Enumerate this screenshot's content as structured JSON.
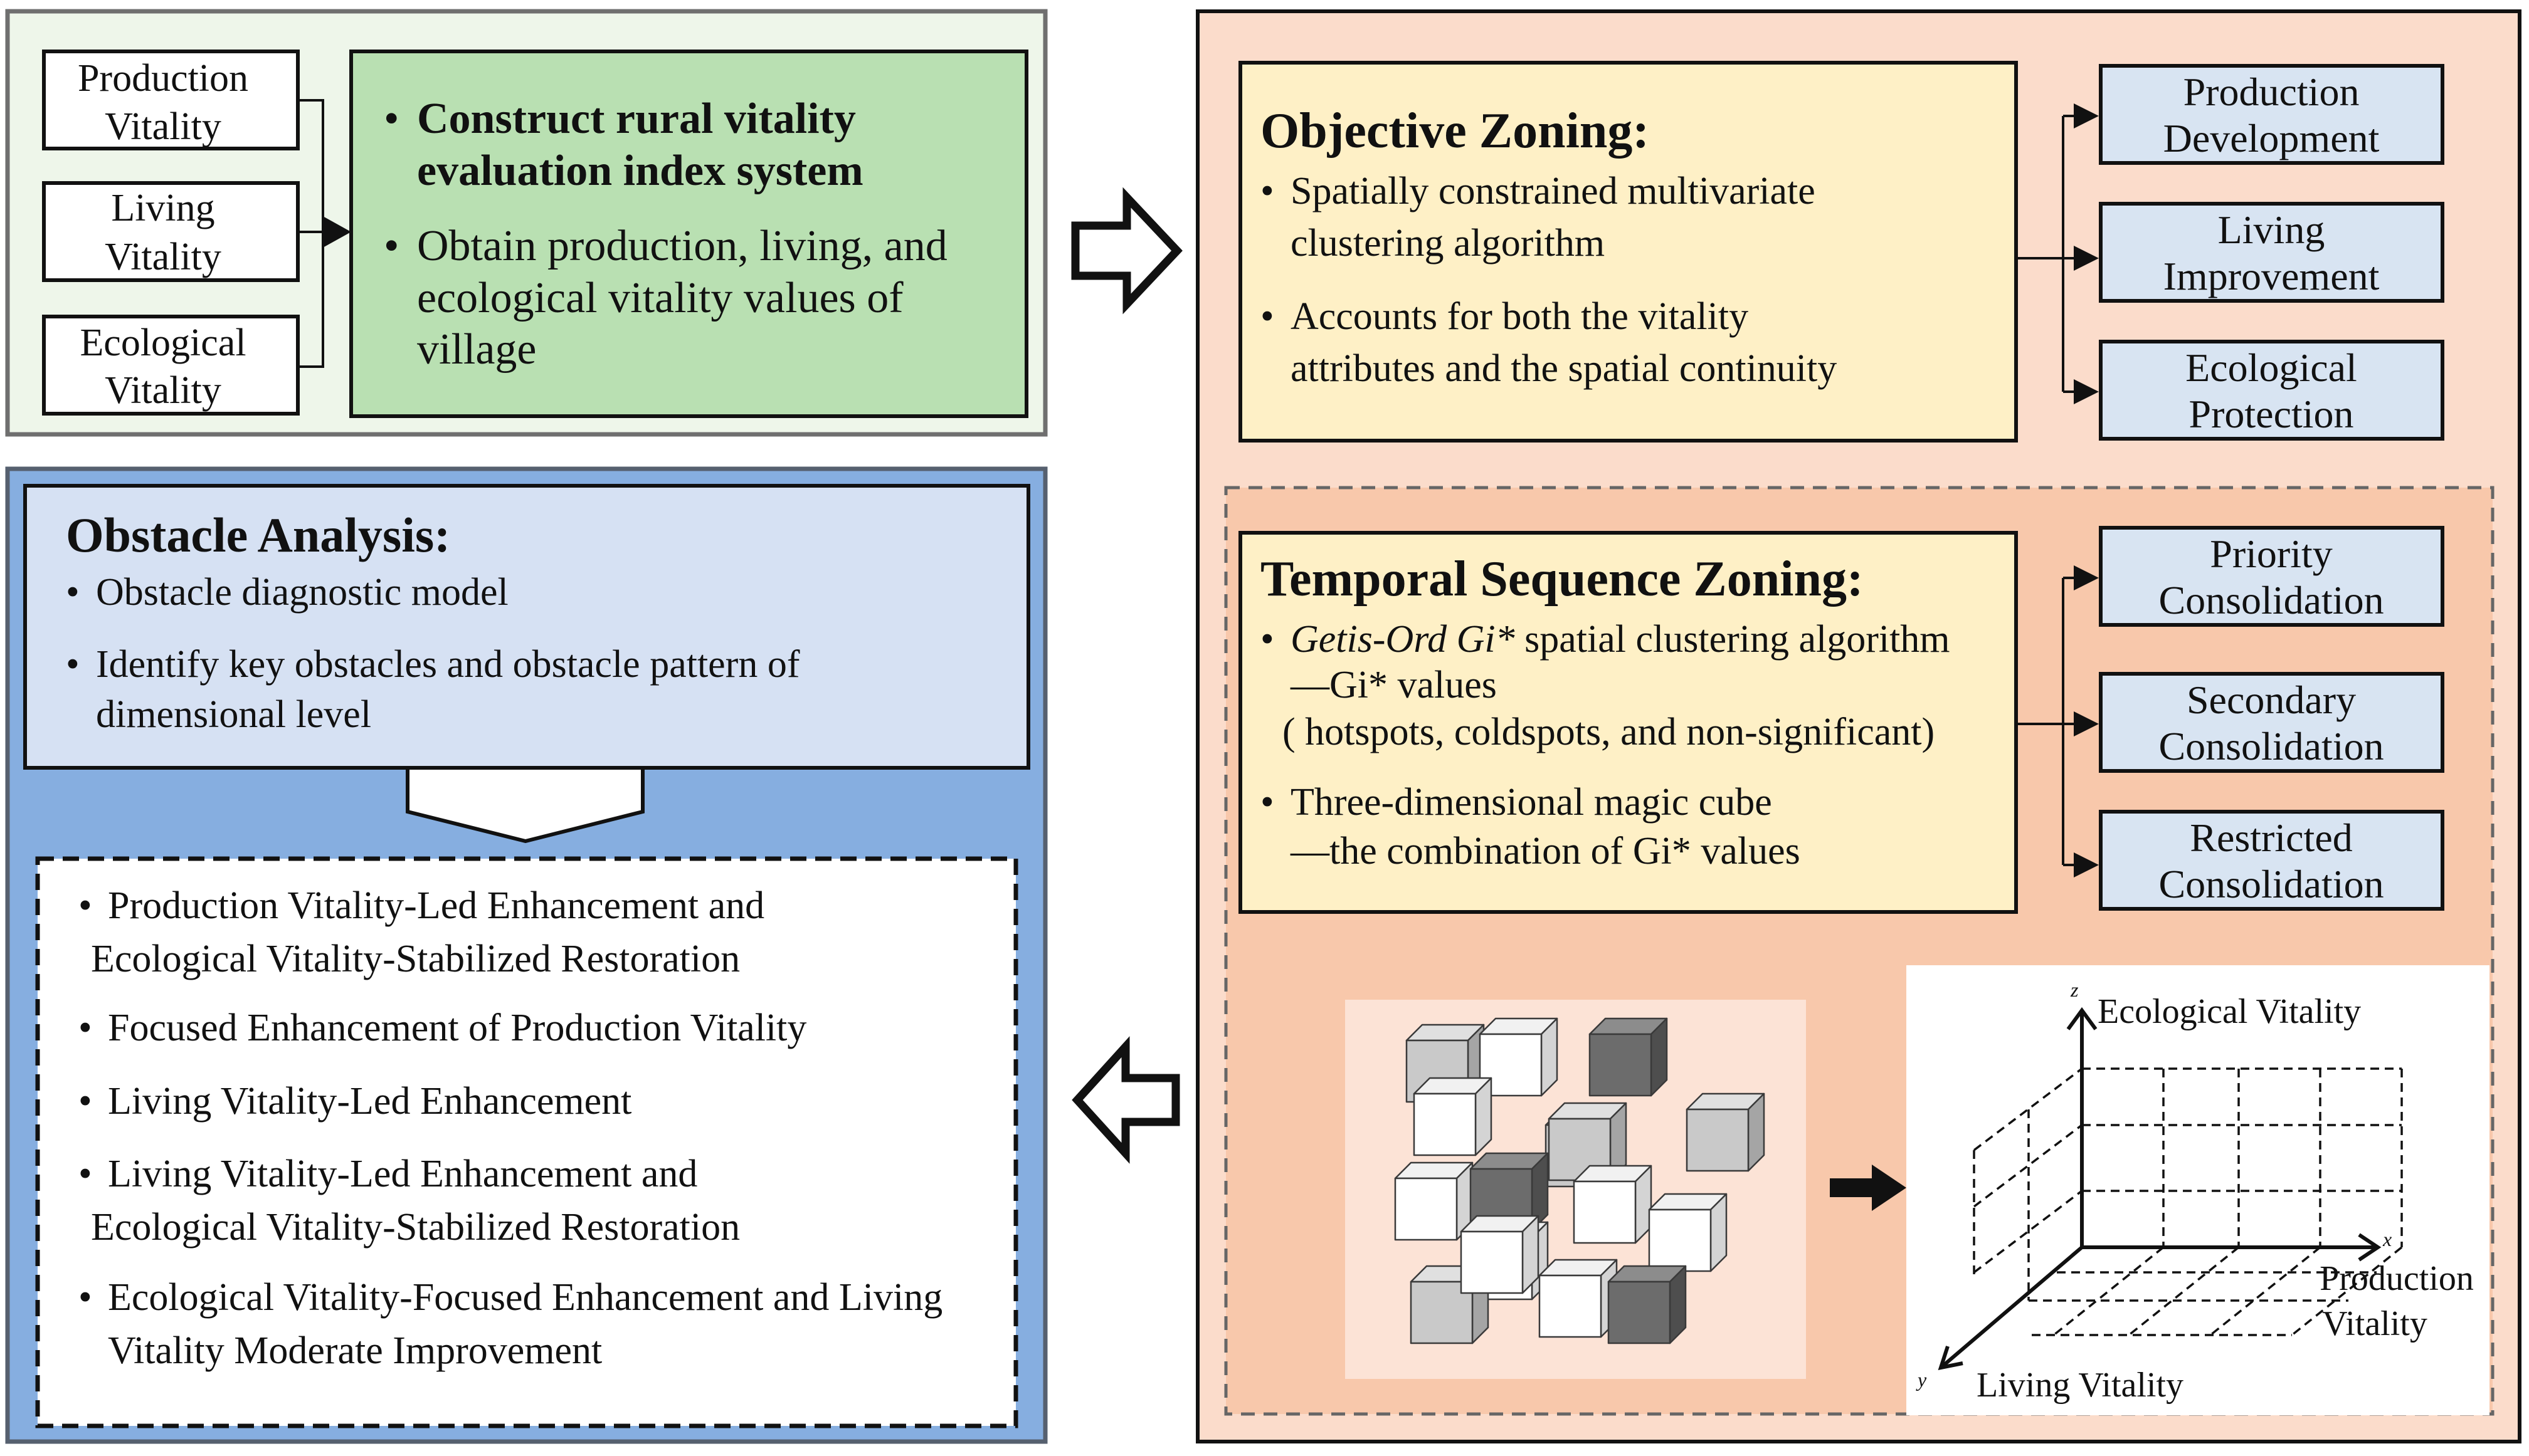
{
  "input_panel": {
    "inputs": [
      {
        "line1": "Production",
        "line2": "Vitality"
      },
      {
        "line1": "Living",
        "line2": "Vitality"
      },
      {
        "line1": "Ecological",
        "line2": "Vitality"
      }
    ],
    "green_box": {
      "bullet1_lines": [
        "Construct rural vitality",
        "evaluation index system"
      ],
      "bullet2_lines": [
        "Obtain production, living, and",
        "ecological vitality values of",
        "village"
      ]
    }
  },
  "objective_zoning": {
    "title": "Objective Zoning:",
    "bullet1_lines": [
      "Spatially constrained multivariate",
      "clustering algorithm"
    ],
    "bullet2_lines": [
      "Accounts for both the vitality",
      "attributes and the spatial continuity"
    ],
    "outcomes": [
      {
        "line1": "Production",
        "line2": "Development"
      },
      {
        "line1": "Living",
        "line2": "Improvement"
      },
      {
        "line1": "Ecological",
        "line2": "Protection"
      }
    ]
  },
  "temporal_zoning": {
    "title": "Temporal Sequence Zoning:",
    "bullet1": {
      "italic": "Getis-Ord Gi*",
      "rest": " spatial clustering algorithm"
    },
    "bullet1_line2": "—Gi* values",
    "bullet1_line3": "( hotspots, coldspots, and non-significant)",
    "bullet2_lines": [
      "Three-dimensional magic cube",
      "—the combination of Gi* values"
    ],
    "outcomes": [
      {
        "line1": "Priority",
        "line2": "Consolidation"
      },
      {
        "line1": "Secondary",
        "line2": "Consolidation"
      },
      {
        "line1": "Restricted",
        "line2": "Consolidation"
      }
    ]
  },
  "axes_3d": {
    "z_letter": "z",
    "x_letter": "x",
    "y_letter": "y",
    "z_label": "Ecological Vitality",
    "x_label_lines": [
      "Production",
      "Vitality"
    ],
    "y_label": "Living Vitality"
  },
  "obstacle_analysis": {
    "title": "Obstacle Analysis:",
    "bullet1": "Obstacle diagnostic model",
    "bullet2_lines": [
      "Identify key obstacles and  obstacle pattern of",
      "dimensional level"
    ]
  },
  "strategies": [
    [
      "Production Vitality-Led Enhancement and",
      "Ecological Vitality-Stabilized Restoration"
    ],
    [
      "Focused Enhancement of Production Vitality"
    ],
    [
      "Living Vitality-Led Enhancement"
    ],
    [
      "Living Vitality-Led Enhancement and",
      "Ecological Vitality-Stabilized Restoration"
    ],
    [
      "Ecological Vitality-Focused Enhancement and Living",
      "Vitality Moderate Improvement"
    ]
  ],
  "cubes": {
    "shades": [
      "light",
      "white",
      "dark",
      "white",
      "light",
      "light",
      "white",
      "dark",
      "light",
      "white",
      "white",
      "white",
      "white",
      "light",
      "white",
      "dark"
    ]
  },
  "colors": {
    "input_panel_bg": "#eef6ea",
    "green_box": "#b9e0b2",
    "objective_panel_bg": "#fbdccb",
    "temporal_region_bg": "#f8c8ab",
    "cream_box": "#fef0c6",
    "outcome_box": "#d8e4f2",
    "obstacle_panel_bg": "#86aee0",
    "obstacle_box": "#d6e1f3",
    "cube_bg": "#fce3d6",
    "cube_white": "#ffffff",
    "cube_light": "#c9c9c9",
    "cube_dark": "#6c6c6c"
  }
}
